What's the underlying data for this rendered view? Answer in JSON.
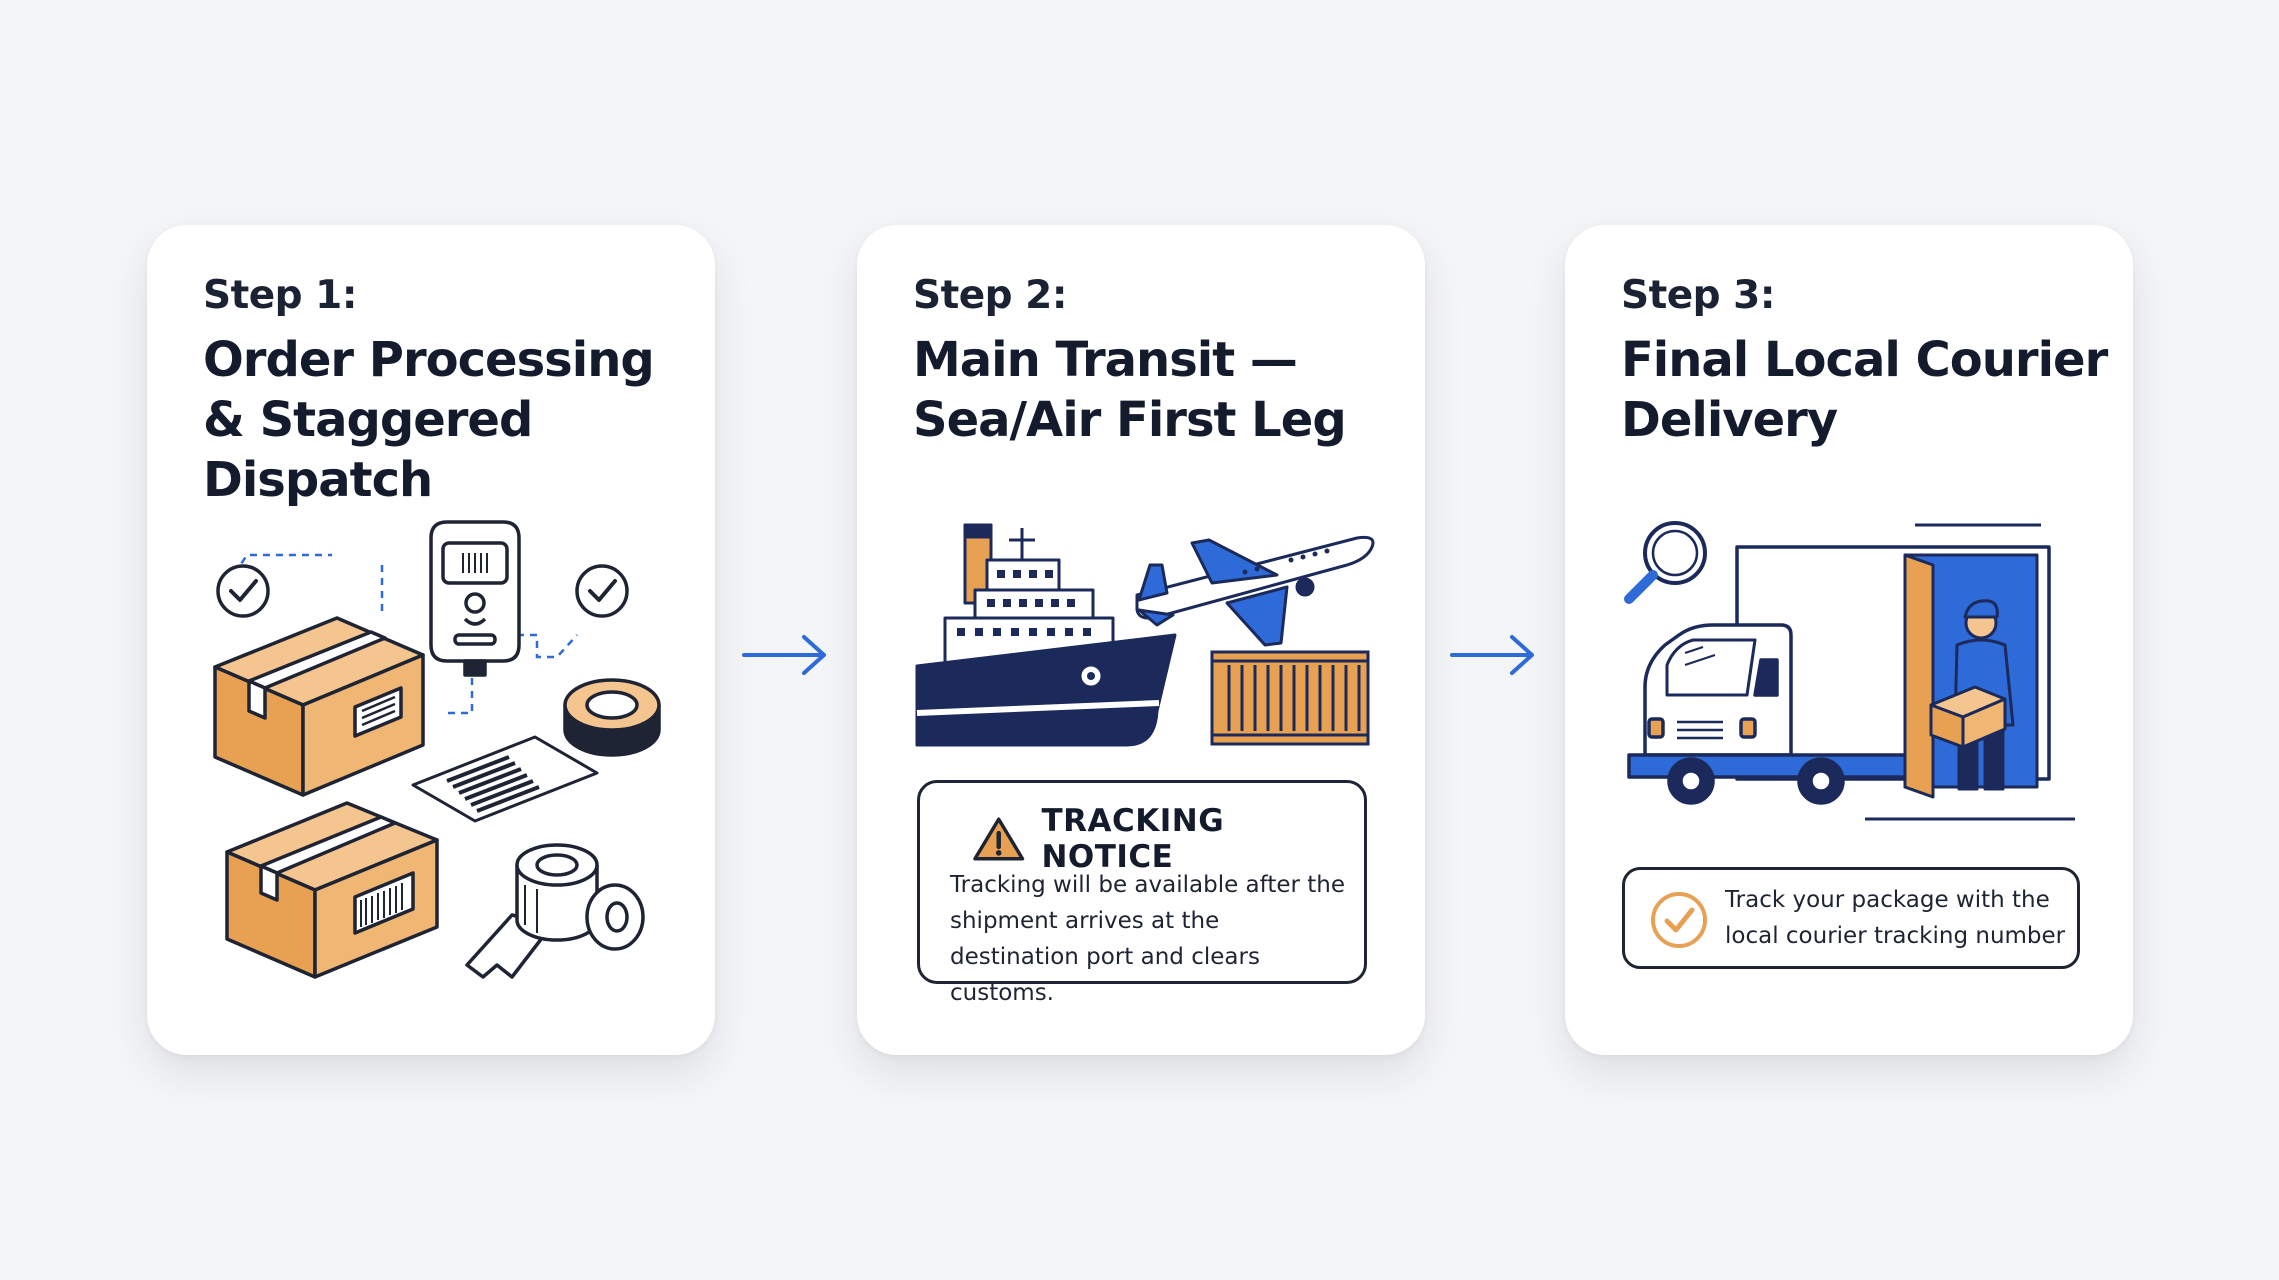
{
  "steps": [
    {
      "label": "Step 1:",
      "title": "Order Processing & Staggered Dispatch"
    },
    {
      "label": "Step 2:",
      "title": "Main Transit — Sea/Air First Leg"
    },
    {
      "label": "Step 3:",
      "title": "Final Local Courier Delivery"
    }
  ],
  "notice": {
    "title": "TRACKING NOTICE",
    "text": "Tracking will be available after the shipment arrives at the destination port and clears customs."
  },
  "track": {
    "text": "Track your package with the local courier tracking number"
  },
  "icons": {
    "card1": [
      "check-circle-icon",
      "scanner-icon",
      "box-icon",
      "barcode-label-icon",
      "tape-roll-icon"
    ],
    "card2": [
      "ship-icon",
      "airplane-icon",
      "container-icon",
      "warning-icon"
    ],
    "card3": [
      "magnifier-icon",
      "truck-icon",
      "courier-icon",
      "check-circle-icon"
    ],
    "between": "arrow-right-icon"
  },
  "colors": {
    "navy": "#1b2a5a",
    "blue": "#2e6ad8",
    "orange": "#e8a152",
    "light_orange": "#f4c58e",
    "text": "#141b2c"
  }
}
